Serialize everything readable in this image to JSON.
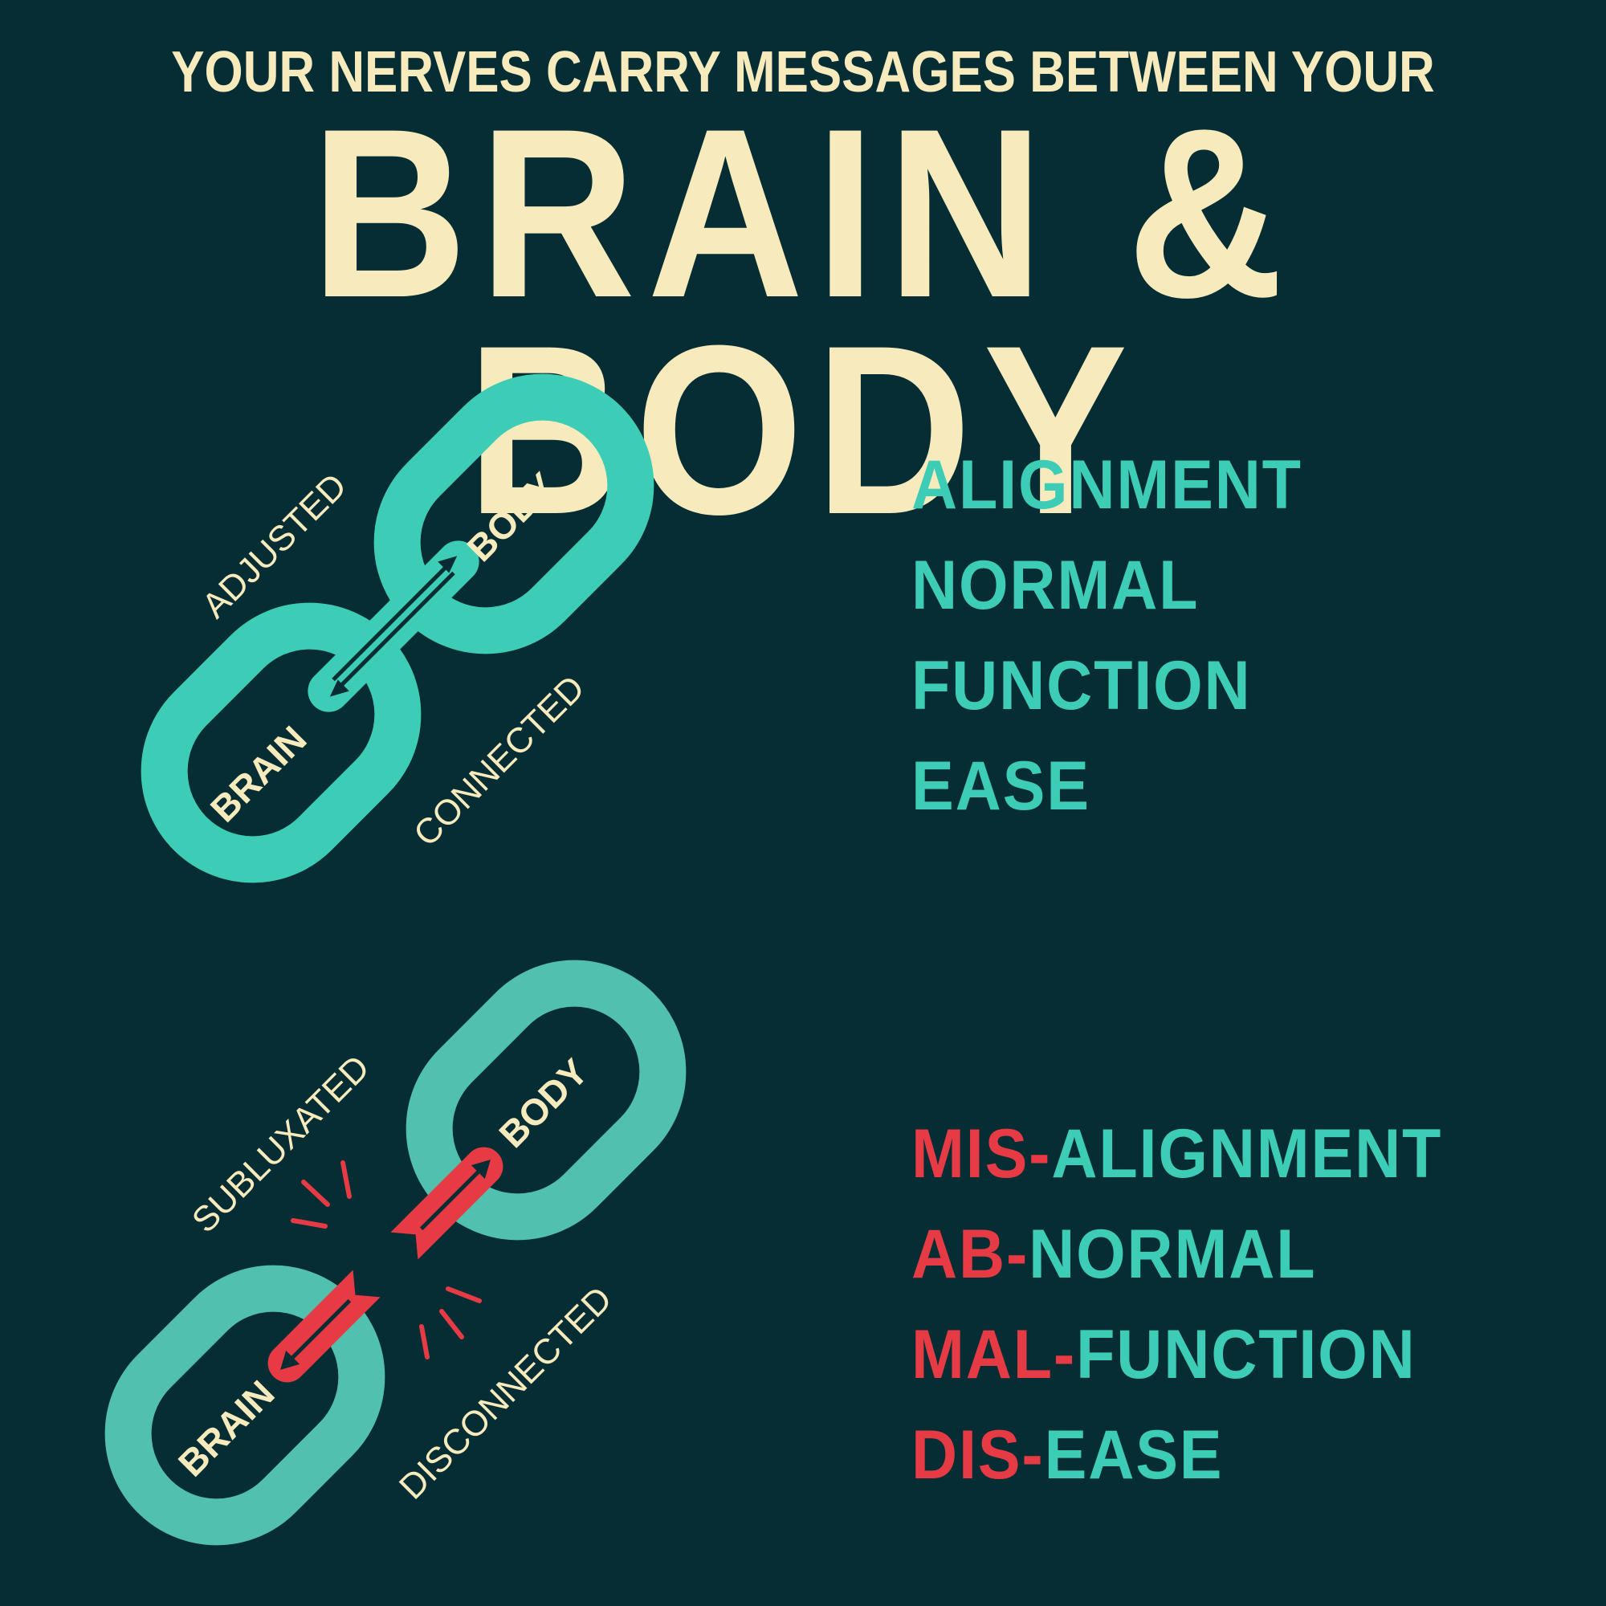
{
  "header": {
    "subtitle": "YOUR NERVES CARRY MESSAGES BETWEEN YOUR",
    "title": "BRAIN & BODY"
  },
  "connected": {
    "link_labels": {
      "top": "BODY",
      "bottom": "BRAIN"
    },
    "side_labels": {
      "upper": "ADJUSTED",
      "lower": "CONNECTED"
    },
    "terms": [
      "ALIGNMENT",
      "NORMAL",
      "FUNCTION",
      "EASE"
    ]
  },
  "disconnected": {
    "link_labels": {
      "top": "BODY",
      "bottom": "BRAIN"
    },
    "side_labels": {
      "upper": "SUBLUXATED",
      "lower": "DISCONNECTED"
    },
    "terms": [
      {
        "prefix": "MIS-",
        "word": "ALIGNMENT"
      },
      {
        "prefix": "AB-",
        "word": "NORMAL"
      },
      {
        "prefix": "MAL-",
        "word": "FUNCTION"
      },
      {
        "prefix": "DIS-",
        "word": "EASE"
      }
    ]
  },
  "colors": {
    "background": "#062d33",
    "cream": "#f7ebbd",
    "teal": "#3dcdb6",
    "teal_muted": "#52c0ae",
    "red": "#e63b45"
  },
  "icons": [
    "chain-link-connected-icon",
    "chain-link-broken-icon",
    "double-arrow-icon",
    "broken-arrow-icon",
    "spark-burst-icon"
  ]
}
